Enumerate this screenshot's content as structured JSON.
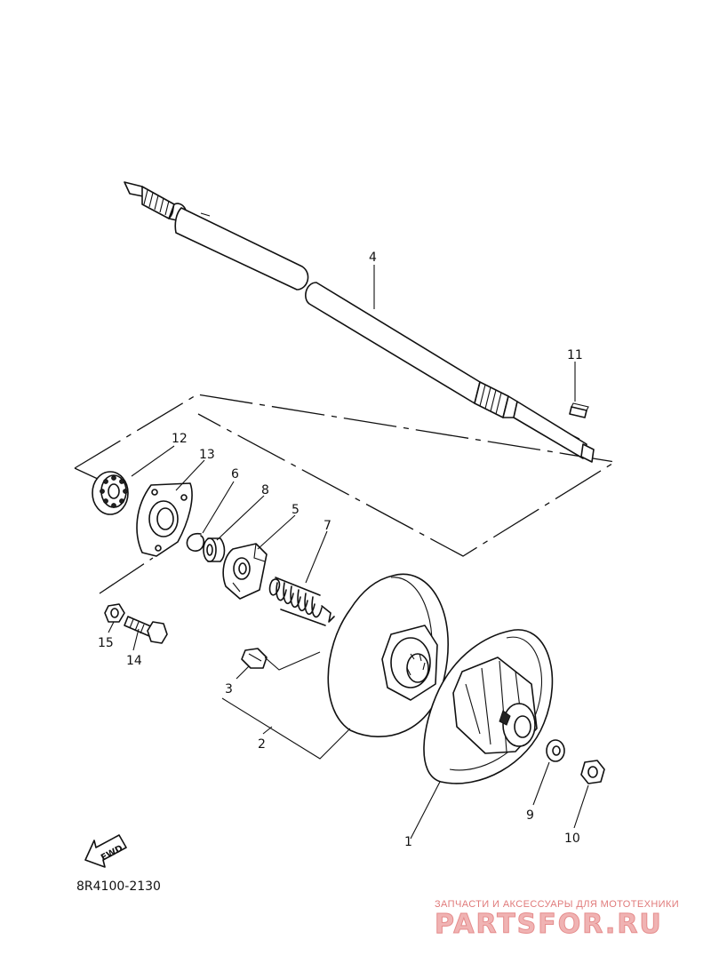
{
  "diagram_code": "8R4100-2130",
  "fwd_label": "FWD",
  "callouts": [
    {
      "id": "c1",
      "label": "1"
    },
    {
      "id": "c2",
      "label": "2"
    },
    {
      "id": "c3",
      "label": "3"
    },
    {
      "id": "c4",
      "label": "4"
    },
    {
      "id": "c5",
      "label": "5"
    },
    {
      "id": "c6",
      "label": "6"
    },
    {
      "id": "c7",
      "label": "7"
    },
    {
      "id": "c8",
      "label": "8"
    },
    {
      "id": "c9",
      "label": "9"
    },
    {
      "id": "c10",
      "label": "10"
    },
    {
      "id": "c11",
      "label": "11"
    },
    {
      "id": "c12",
      "label": "12"
    },
    {
      "id": "c13",
      "label": "13"
    },
    {
      "id": "c14",
      "label": "14"
    },
    {
      "id": "c15",
      "label": "15"
    }
  ],
  "watermark": {
    "tagline": "ЗАПЧАСТИ И АКСЕССУАРЫ ДЛЯ МОТОТЕХНИКИ",
    "logo": "PARTSFOR.RU"
  }
}
